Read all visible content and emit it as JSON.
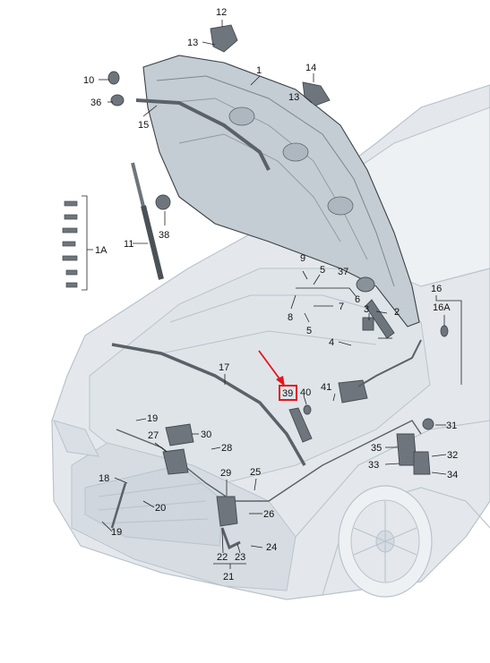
{
  "diagram": {
    "labels": [
      "1",
      "1A",
      "2",
      "3",
      "4",
      "5",
      "5",
      "6",
      "7",
      "8",
      "9",
      "10",
      "11",
      "12",
      "13",
      "13",
      "14",
      "15",
      "16",
      "16A",
      "17",
      "18",
      "19",
      "19",
      "20",
      "21",
      "22",
      "23",
      "24",
      "25",
      "26",
      "27",
      "28",
      "29",
      "30",
      "31",
      "32",
      "33",
      "34",
      "35",
      "36",
      "37",
      "38",
      "39",
      "40",
      "41"
    ],
    "highlighted_label": "39",
    "colors": {
      "highlight_box": "#e3161b",
      "arrow": "#e3161b",
      "car_fill": "#e4e8ec",
      "car_line": "#b9c3cc",
      "hood_fill": "#c4ccd4",
      "part_fill": "#6e757c"
    }
  }
}
